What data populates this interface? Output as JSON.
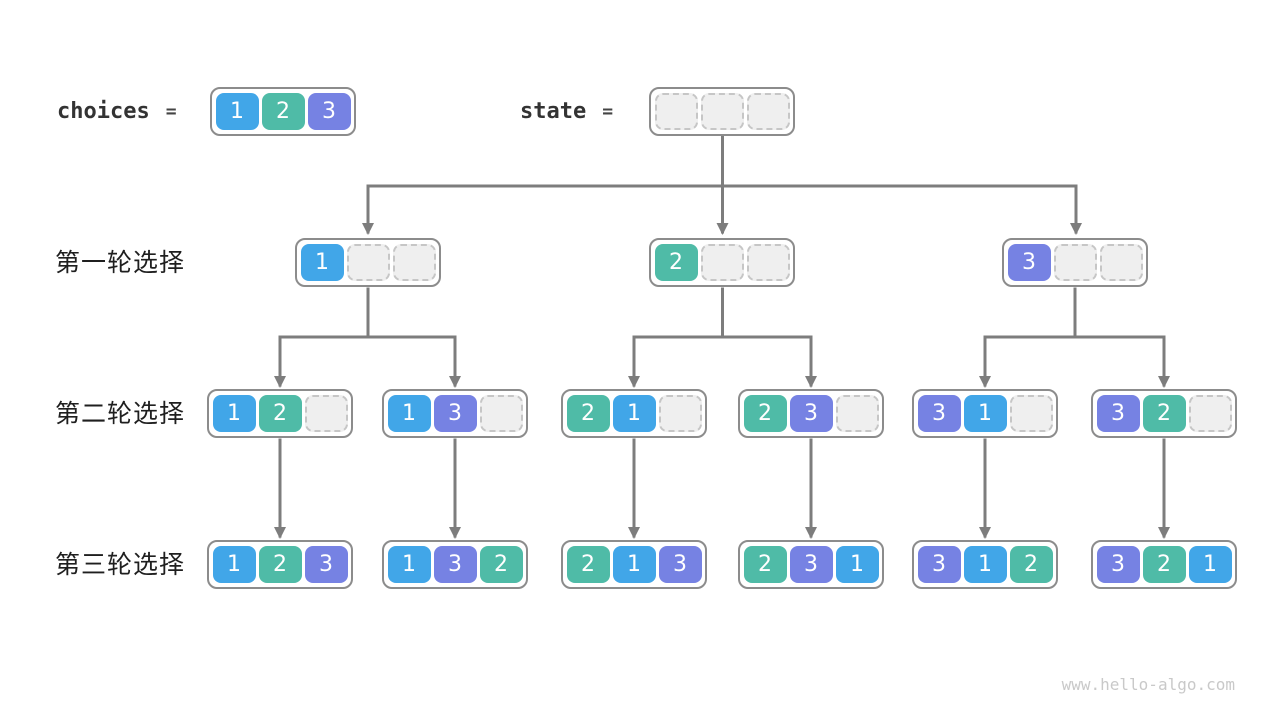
{
  "palette": {
    "1": "#41a6e8",
    "2": "#4fbba7",
    "3": "#7682e3",
    "empty_fill": "#efefef",
    "empty_border": "#c6c6c6",
    "arrow": "#7d7d7d",
    "box_border": "#8c8c8c"
  },
  "header": {
    "choices_label": "choices",
    "state_label": "state",
    "equals": "=",
    "choices_cells": [
      1,
      2,
      3
    ],
    "state_cells": [
      null,
      null,
      null
    ]
  },
  "rows": [
    {
      "label": "第一轮选择",
      "nodes": [
        [
          1,
          null,
          null
        ],
        [
          2,
          null,
          null
        ],
        [
          3,
          null,
          null
        ]
      ]
    },
    {
      "label": "第二轮选择",
      "nodes": [
        [
          1,
          2,
          null
        ],
        [
          1,
          3,
          null
        ],
        [
          2,
          1,
          null
        ],
        [
          2,
          3,
          null
        ],
        [
          3,
          1,
          null
        ],
        [
          3,
          2,
          null
        ]
      ]
    },
    {
      "label": "第三轮选择",
      "nodes": [
        [
          1,
          2,
          3
        ],
        [
          1,
          3,
          2
        ],
        [
          2,
          1,
          3
        ],
        [
          2,
          3,
          1
        ],
        [
          3,
          1,
          2
        ],
        [
          3,
          2,
          1
        ]
      ]
    }
  ],
  "watermark": "www.hello-algo.com"
}
